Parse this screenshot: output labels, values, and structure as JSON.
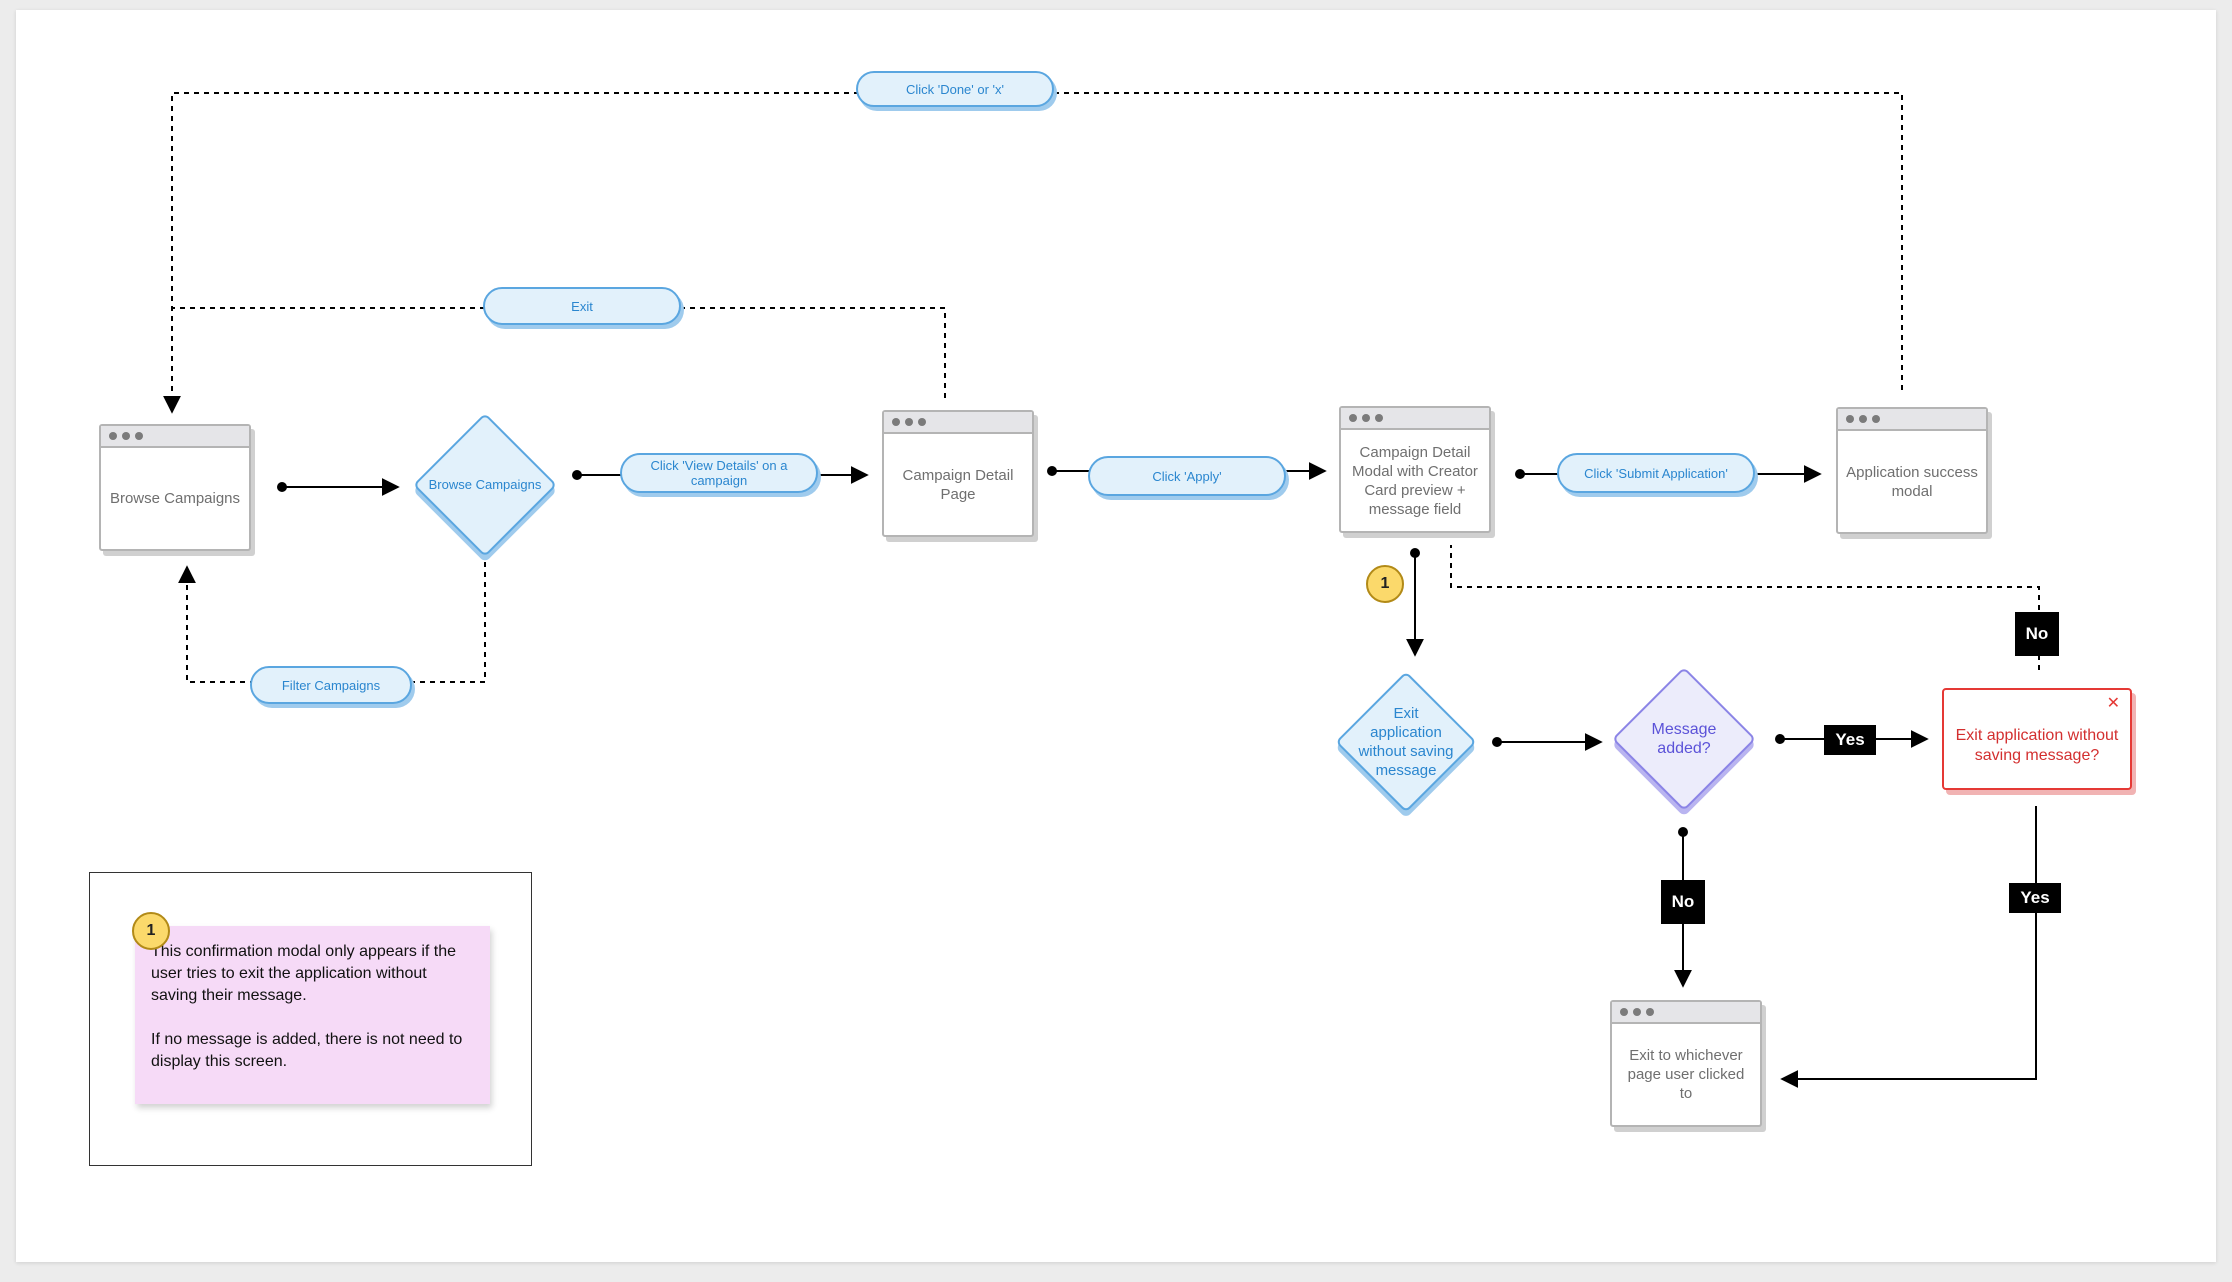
{
  "nodes": {
    "browse_campaigns": "Browse Campaigns",
    "browse_decision": "Browse Campaigns",
    "campaign_detail_page": "Campaign Detail Page",
    "campaign_detail_modal": "Campaign Detail Modal with Creator Card preview + message field",
    "application_success": "Application success modal",
    "exit_decision": "Exit application without saving message",
    "message_added": "Message added?",
    "exit_confirm": "Exit application without saving message?",
    "exit_whichever": "Exit to whichever page user clicked to"
  },
  "labels": {
    "click_done": "Click 'Done' or 'x'",
    "exit": "Exit",
    "view_details": "Click 'View Details' on a campaign",
    "click_apply": "Click 'Apply'",
    "submit_application": "Click 'Submit Application'",
    "filter_campaigns": "Filter Campaigns",
    "yes_1": "Yes",
    "yes_2": "Yes",
    "no_1": "No",
    "no_2": "No"
  },
  "badges": {
    "main": "1",
    "legend": "1"
  },
  "note": {
    "para1": "This confirmation modal only appears if the user tries to exit the application without saving their message.",
    "para2": "If no message is added, there is not need to display this screen."
  },
  "icons": {
    "close": "close-icon",
    "window_dots": "window-dots-icon"
  },
  "colors": {
    "accent_blue": "#5aa6e0",
    "decision_purple": "#8b84e6",
    "alert_red": "#e53935",
    "note_pink": "#f6daf7",
    "badge_yellow": "#fbd96b"
  }
}
